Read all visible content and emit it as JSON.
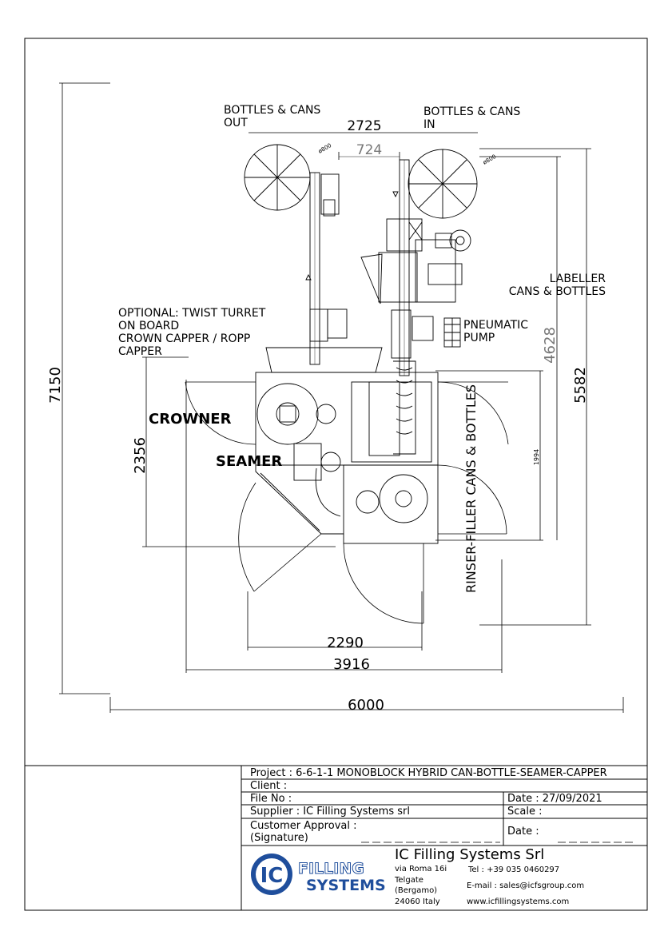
{
  "labels": {
    "bottles_out": [
      "BOTTLES & CANS",
      "OUT"
    ],
    "bottles_in": [
      "BOTTLES & CANS",
      "IN"
    ],
    "labeller": [
      "LABELLER",
      "CANS & BOTTLES"
    ],
    "optional": [
      "OPTIONAL: TWIST TURRET",
      "ON BOARD",
      "CROWN CAPPER / ROPP",
      "CAPPER"
    ],
    "pneumatic": [
      "PNEUMATIC",
      "PUMP"
    ],
    "crowner": "CROWNER",
    "seamer": "SEAMER",
    "rinser": "RINSER-FILLER CANS & BOTTLES",
    "dia_small": "ø800"
  },
  "dimensions": {
    "d2725": "2725",
    "d724": "724",
    "d7150": "7150",
    "d5582": "5582",
    "d4628": "4628",
    "d2356": "2356",
    "d1994": "1994",
    "d2290": "2290",
    "d3916": "3916",
    "d6000": "6000"
  },
  "title_block": {
    "project": "Project :   6-6-1-1 MONOBLOCK HYBRID CAN-BOTTLE-SEAMER-CAPPER",
    "client": "Client :",
    "file_no": "File No :",
    "date": "Date : 27/09/2021",
    "supplier": "Supplier : IC Filling Systems srl",
    "scale": "Scale :",
    "approval": "Customer Approval :",
    "signature": "(Signature)",
    "date2": "Date :",
    "company": "IC Filling Systems Srl",
    "address": [
      "via Roma 16i",
      "Telgate",
      "(Bergamo)",
      "24060 Italy"
    ],
    "tel": "Tel : +39 035 0460297",
    "email": "E-mail : sales@icfsgroup.com",
    "web": "www.icfillingsystems.com",
    "logo_text": [
      "FILLING",
      "SYSTEMS"
    ],
    "logo_mark": "IC",
    "logo_color": "#1f4e9c"
  }
}
